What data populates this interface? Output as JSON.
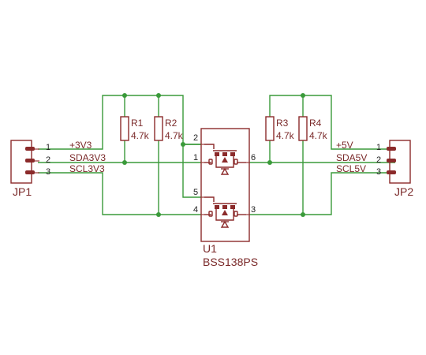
{
  "connectors": {
    "left": {
      "name": "JP1",
      "pins": [
        "1",
        "2",
        "3"
      ]
    },
    "right": {
      "name": "JP2",
      "pins": [
        "1",
        "2",
        "3"
      ]
    }
  },
  "nets": {
    "left": [
      "+3V3",
      "SDA3V3",
      "SCL3V3"
    ],
    "right": [
      "+5V",
      "SDA5V",
      "SCL5V"
    ]
  },
  "resistors": [
    {
      "name": "R1",
      "value": "4.7k"
    },
    {
      "name": "R2",
      "value": "4.7k"
    },
    {
      "name": "R3",
      "value": "4.7k"
    },
    {
      "name": "R4",
      "value": "4.7k"
    }
  ],
  "chip": {
    "ref": "U1",
    "part": "BSS138PS",
    "pins": {
      "p1": "1",
      "p2": "2",
      "p3": "3",
      "p4": "4",
      "p5": "5",
      "p6": "6"
    }
  },
  "colors": {
    "wire": "#3a9a3a",
    "part": "#8b2a2a"
  }
}
